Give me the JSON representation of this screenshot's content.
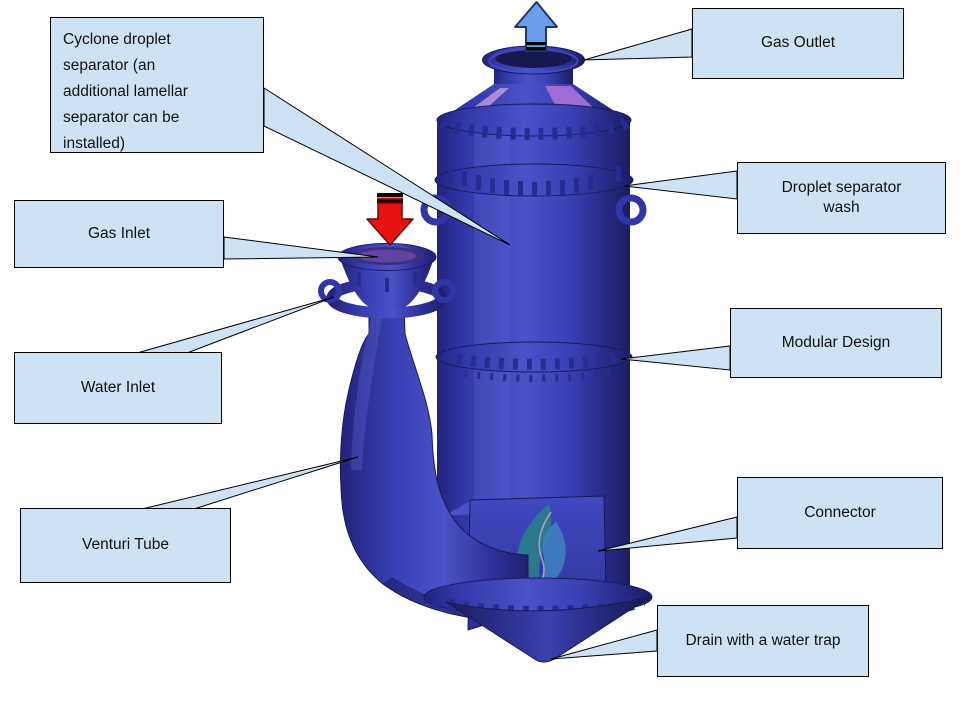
{
  "callouts": [
    {
      "label": "Cyclone droplet separator (an additional lamellar separator can be installed)"
    },
    {
      "label": "Gas Outlet"
    },
    {
      "label": "Droplet separator wash"
    },
    {
      "label": "Gas Inlet"
    },
    {
      "label": "Modular Design"
    },
    {
      "label": "Water Inlet"
    },
    {
      "label": "Venturi Tube"
    },
    {
      "label": "Connector"
    },
    {
      "label": "Drain with a water trap"
    }
  ],
  "icons": {
    "gas_outlet_flow": "arrow-up",
    "gas_inlet_flow": "arrow-down",
    "brand_mark": "flame"
  },
  "colors": {
    "background": "#ffffff",
    "callout_fill": "#cfe2f3",
    "callout_border": "#000000",
    "equipment_blue": "#3a40b4",
    "equipment_dark": "#1d1d68",
    "cone_highlight_purple": "#a36fd6",
    "arrow_up_fill": "#6d9eeb",
    "arrow_down_fill": "#e81212",
    "logo_teal": "#2a7d8e",
    "logo_blue": "#3f7fc0"
  }
}
